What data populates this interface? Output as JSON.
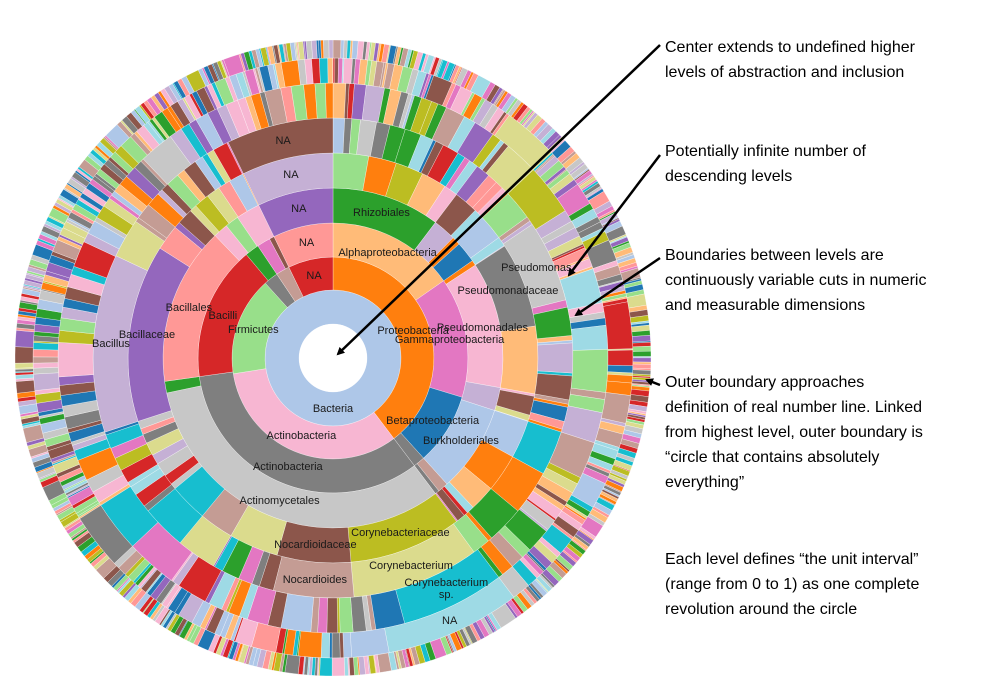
{
  "palette": [
    "#1f77b4",
    "#aec7e8",
    "#ff7f0e",
    "#ffbb78",
    "#2ca02c",
    "#98df8a",
    "#d62728",
    "#ff9896",
    "#9467bd",
    "#c5b0d5",
    "#8c564b",
    "#c49c94",
    "#e377c2",
    "#f7b6d2",
    "#7f7f7f",
    "#c7c7c7",
    "#bcbd22",
    "#dbdb8d",
    "#17becf",
    "#9edae5"
  ],
  "sunburst": {
    "unit": "fraction of one revolution",
    "levels": [
      {
        "segments": [
          {
            "start": 0,
            "end": 1,
            "color": "#aec7e8",
            "label": "Bacteria"
          }
        ]
      },
      {
        "segments": [
          {
            "start": 0,
            "end": 0.397,
            "color": "#ff7f0e",
            "label": "Proteobacteria"
          },
          {
            "start": 0.397,
            "end": 0.725,
            "color": "#f7b6d2",
            "label": "Actinobacteria"
          },
          {
            "start": 0.725,
            "end": 0.883,
            "color": "#98df8a",
            "label": "Firmicutes"
          },
          {
            "start": 0.883,
            "end": 0.906,
            "color": "#7f7f7f"
          },
          {
            "start": 0.906,
            "end": 0.928,
            "color": "#c49c94"
          },
          {
            "start": 0.928,
            "end": 1,
            "color": "#d62728",
            "label": "NA"
          }
        ]
      },
      {
        "segments": [
          {
            "start": 0,
            "end": 0.153,
            "color": "#ffbb78",
            "label": "Alphaproteobacteria"
          },
          {
            "start": 0.153,
            "end": 0.297,
            "color": "#e377c2",
            "label": "Gammaproteobacteria"
          },
          {
            "start": 0.297,
            "end": 0.383,
            "color": "#1f77b4",
            "label": "Betaproteobacteria"
          },
          {
            "start": 0.383,
            "end": 0.397,
            "color": "#7f7f7f"
          },
          {
            "start": 0.397,
            "end": 0.728,
            "color": "#7f7f7f",
            "label": "Actinobacteria"
          },
          {
            "start": 0.728,
            "end": 0.889,
            "color": "#d62728",
            "label": "Bacilli"
          },
          {
            "start": 0.889,
            "end": 0.906,
            "color": "#2ca02c"
          },
          {
            "start": 0.906,
            "end": 0.922,
            "color": "#e377c2"
          },
          {
            "start": 0.928,
            "end": 1,
            "color": "#ff9896",
            "label": "NA"
          }
        ]
      },
      {
        "segments": [
          {
            "start": 0,
            "end": 0.103,
            "color": "#2ca02c",
            "label": "Rhizobiales"
          },
          {
            "start": 0.103,
            "end": 0.125,
            "color": "#c5b0d5"
          },
          {
            "start": 0.125,
            "end": 0.133,
            "color": "#ff7f0e"
          },
          {
            "start": 0.133,
            "end": 0.153,
            "color": "#1f77b4"
          },
          {
            "start": 0.158,
            "end": 0.278,
            "color": "#f7b6d2",
            "label": "Pseudomonadales"
          },
          {
            "start": 0.278,
            "end": 0.3,
            "color": "#c5b0d5"
          },
          {
            "start": 0.3,
            "end": 0.383,
            "color": "#aec7e8",
            "label": "Burkholderiales"
          },
          {
            "start": 0.397,
            "end": 0.717,
            "color": "#c7c7c7",
            "label": "Actinomycetales"
          },
          {
            "start": 0.717,
            "end": 0.728,
            "color": "#2ca02c"
          },
          {
            "start": 0.728,
            "end": 0.878,
            "color": "#ff9896",
            "label": "Bacillales"
          },
          {
            "start": 0.878,
            "end": 0.892,
            "color": "#f7b6d2"
          },
          {
            "start": 0.892,
            "end": 0.905,
            "color": "#98df8a"
          },
          {
            "start": 0.928,
            "end": 1,
            "color": "#9467bd",
            "label": "NA"
          }
        ]
      },
      {
        "segments": [
          {
            "start": 0,
            "end": 0.028,
            "color": "#98df8a"
          },
          {
            "start": 0.028,
            "end": 0.05,
            "color": "#ff7f0e"
          },
          {
            "start": 0.05,
            "end": 0.072,
            "color": "#bcbd22"
          },
          {
            "start": 0.072,
            "end": 0.092,
            "color": "#ffbb78"
          },
          {
            "start": 0.092,
            "end": 0.103,
            "color": "#f7b6d2"
          },
          {
            "start": 0.103,
            "end": 0.122,
            "color": "#8c564b"
          },
          {
            "start": 0.13,
            "end": 0.15,
            "color": "#aec7e8"
          },
          {
            "start": 0.158,
            "end": 0.225,
            "color": "#7f7f7f",
            "label": "Pseudomonadaceae"
          },
          {
            "start": 0.225,
            "end": 0.278,
            "color": "#ffbb78"
          },
          {
            "start": 0.28,
            "end": 0.295,
            "color": "#8c564b"
          },
          {
            "start": 0.3,
            "end": 0.33,
            "color": "#aec7e8"
          },
          {
            "start": 0.33,
            "end": 0.36,
            "color": "#ff7f0e"
          },
          {
            "start": 0.36,
            "end": 0.38,
            "color": "#ffbb78"
          },
          {
            "start": 0.397,
            "end": 0.486,
            "color": "#bcbd22",
            "label": "Corynebacteriaceae"
          },
          {
            "start": 0.486,
            "end": 0.544,
            "color": "#8c564b",
            "label": "Nocardioidaceae"
          },
          {
            "start": 0.544,
            "end": 0.583,
            "color": "#dbdb8d"
          },
          {
            "start": 0.583,
            "end": 0.61,
            "color": "#c49c94"
          },
          {
            "start": 0.61,
            "end": 0.64,
            "color": "#17becf"
          },
          {
            "start": 0.7,
            "end": 0.84,
            "color": "#9467bd",
            "label": "Bacillaceae"
          },
          {
            "start": 0.84,
            "end": 0.86,
            "color": "#ff9896"
          },
          {
            "start": 0.928,
            "end": 1,
            "color": "#c5b0d5",
            "label": "NA"
          }
        ]
      },
      {
        "segments": [
          {
            "start": 0.13,
            "end": 0.15,
            "color": "#98df8a"
          },
          {
            "start": 0.156,
            "end": 0.211,
            "color": "#c7c7c7",
            "label": "Pseudomonas"
          },
          {
            "start": 0.216,
            "end": 0.235,
            "color": "#2ca02c"
          },
          {
            "start": 0.24,
            "end": 0.26,
            "color": "#c5b0d5"
          },
          {
            "start": 0.262,
            "end": 0.278,
            "color": "#8c564b"
          },
          {
            "start": 0.3,
            "end": 0.33,
            "color": "#17becf"
          },
          {
            "start": 0.33,
            "end": 0.36,
            "color": "#ff7f0e"
          },
          {
            "start": 0.36,
            "end": 0.385,
            "color": "#2ca02c"
          },
          {
            "start": 0.4,
            "end": 0.486,
            "color": "#dbdb8d",
            "label": "Corynebacterium"
          },
          {
            "start": 0.486,
            "end": 0.54,
            "color": "#c49c94",
            "label": "Nocardioides"
          },
          {
            "start": 0.583,
            "end": 0.61,
            "color": "#dbdb8d"
          },
          {
            "start": 0.61,
            "end": 0.64,
            "color": "#17becf"
          },
          {
            "start": 0.7,
            "end": 0.82,
            "color": "#c5b0d5",
            "label": "Bacillus"
          },
          {
            "start": 0.928,
            "end": 1,
            "color": "#8c564b",
            "label": "NA"
          }
        ]
      },
      {
        "segments": [
          {
            "start": 0.11,
            "end": 0.13,
            "color": "#dbdb8d"
          },
          {
            "start": 0.13,
            "end": 0.16,
            "color": "#bcbd22"
          },
          {
            "start": 0.245,
            "end": 0.27,
            "color": "#98df8a"
          },
          {
            "start": 0.397,
            "end": 0.458,
            "color": "#17becf",
            "label": "Corynebacterium\nsp."
          },
          {
            "start": 0.458,
            "end": 0.475,
            "color": "#1f77b4"
          },
          {
            "start": 0.6,
            "end": 0.63,
            "color": "#e377c2"
          },
          {
            "start": 0.63,
            "end": 0.66,
            "color": "#17becf"
          }
        ]
      },
      {
        "segments": [
          {
            "start": 0.1,
            "end": 0.13,
            "color": "#dbdb8d"
          },
          {
            "start": 0.22,
            "end": 0.245,
            "color": "#d62728"
          },
          {
            "start": 0.27,
            "end": 0.285,
            "color": "#c49c94"
          },
          {
            "start": 0.397,
            "end": 0.47,
            "color": "#9edae5",
            "label": "NA"
          },
          {
            "start": 0.47,
            "end": 0.49,
            "color": "#aec7e8"
          },
          {
            "start": 0.63,
            "end": 0.66,
            "color": "#7f7f7f"
          }
        ]
      },
      {
        "segments": []
      }
    ]
  },
  "annotations": [
    {
      "text": "Center extends to undefined higher\nlevels of abstraction and inclusion"
    },
    {
      "text": "Potentially infinite number of\ndescending levels"
    },
    {
      "text": "Boundaries between levels are\ncontinuously variable cuts in numeric\nand measurable dimensions"
    },
    {
      "text": "Outer boundary approaches\ndefinition of real number line.  Linked\nfrom highest level, outer boundary is\n“circle that contains absolutely\neverything”"
    },
    {
      "text": "Each level defines “the unit interval”\n(range from 0 to 1) as one complete\nrevolution around the circle"
    }
  ]
}
